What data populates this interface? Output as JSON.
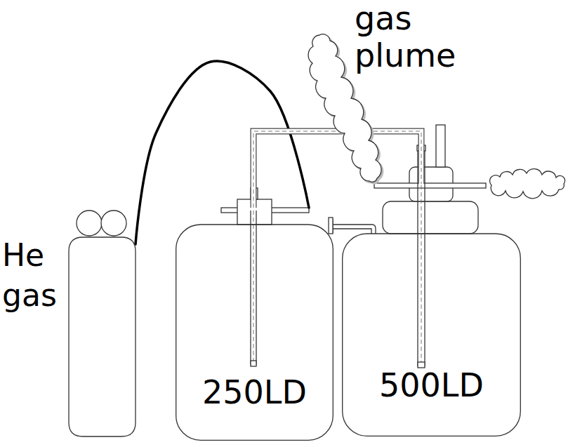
{
  "diagram": {
    "nodes": [
      {
        "text": [
          "He gas"
        ]
      },
      {
        "text": [
          "250LD"
        ]
      },
      {
        "text": [
          "500LD"
        ]
      },
      {
        "text": [
          "gas plume"
        ]
      }
    ],
    "edges": [
      {
        "from": 0,
        "to": 1,
        "arrow": "none"
      },
      {
        "from": 1,
        "to": 2,
        "arrow": "none"
      }
    ]
  }
}
